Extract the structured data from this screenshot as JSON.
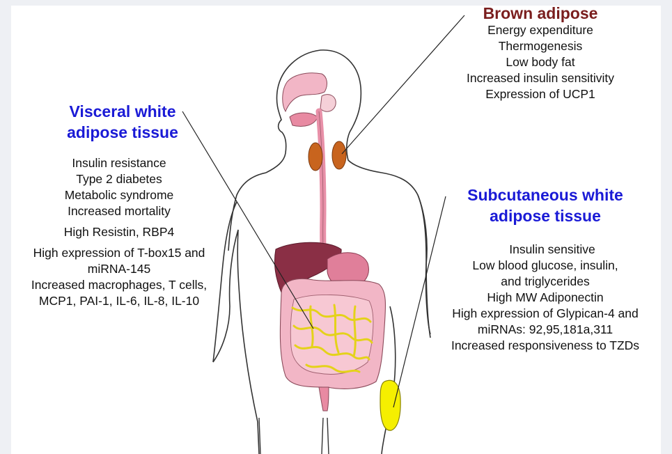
{
  "brown": {
    "title": "Brown adipose",
    "lines": [
      "Energy expenditure",
      "Thermogenesis",
      "Low body fat",
      "Increased insulin sensitivity",
      "Expression of UCP1"
    ],
    "color": "#7a1e1e"
  },
  "visceral": {
    "title_line1": "Visceral white",
    "title_line2": "adipose tissue",
    "lines": [
      "Insulin resistance",
      "Type 2 diabetes",
      "Metabolic syndrome",
      "Increased mortality",
      "High Resistin, RBP4",
      "High expression of T-box15 and",
      "miRNA-145",
      "Increased macrophages, T cells,",
      "MCP1, PAI-1, IL-6, IL-8, IL-10"
    ],
    "color": "#1a1ad6"
  },
  "subcutaneous": {
    "title_line1": "Subcutaneous white",
    "title_line2": "adipose tissue",
    "lines": [
      "Insulin sensitive",
      "Low blood glucose, insulin,",
      "and triglycerides",
      "High MW Adiponectin",
      "High expression of Glypican-4 and",
      "miRNAs: 92,95,181a,311",
      "Increased responsiveness to TZDs"
    ],
    "color": "#1a1ad6"
  },
  "colors": {
    "outline": "#333333",
    "digestive": "#f2b6c6",
    "liver": "#8a2f45",
    "stomach": "#e07f9a",
    "brown_fat": "#c8641e",
    "visceral_fat": "#f1e437",
    "subcutaneous_fat": "#f5ef00"
  }
}
